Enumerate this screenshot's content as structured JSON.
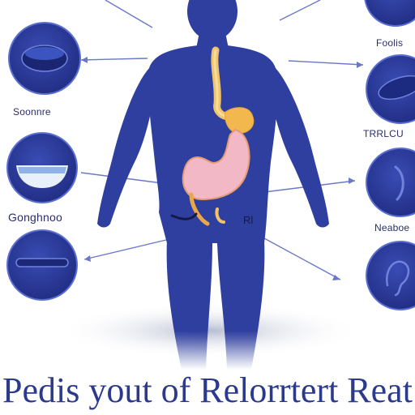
{
  "labels": {
    "left_top": "Soonnre",
    "left_middle": "Gonghnoo",
    "center_left": "",
    "center_right": "Rl",
    "right_upper": "Foolis",
    "right_middle": "TRRLCU",
    "right_lower": "Neaboe"
  },
  "title": "Pedis yout of Relorrtert Reat",
  "colors": {
    "body": "#2f3fa0",
    "bubble": "#2c3a9c",
    "bubble_ring": "#5a6fd0",
    "line": "#6b78c8",
    "stomach": "#f2b8c6",
    "esophagus": "#f2c46a",
    "title": "#2c3a8c"
  }
}
